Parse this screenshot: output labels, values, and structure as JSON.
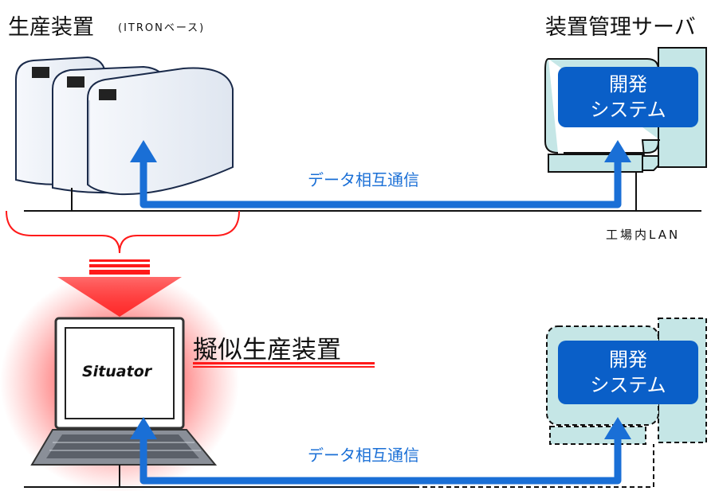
{
  "top": {
    "production_title": "生産装置",
    "production_subtitle": "(ITRONベース)",
    "server_title": "装置管理サーバ",
    "dev_system_line1": "開発",
    "dev_system_line2": "システム",
    "comm_label": "データ相互通信",
    "lan_label": "工場内LAN"
  },
  "bottom": {
    "simulator_title": "擬似生産装置",
    "laptop_brand": "Situator",
    "dev_system_line1": "開発",
    "dev_system_line2": "システム",
    "comm_label": "データ相互通信"
  },
  "colors": {
    "arrow_blue": "#1a6fd6",
    "box_blue": "#0a5fc8",
    "server_fill": "#c5e6e6",
    "machine_fill": "#eef2f8",
    "red": "#ff1a1a",
    "glow": "#ff3030"
  }
}
